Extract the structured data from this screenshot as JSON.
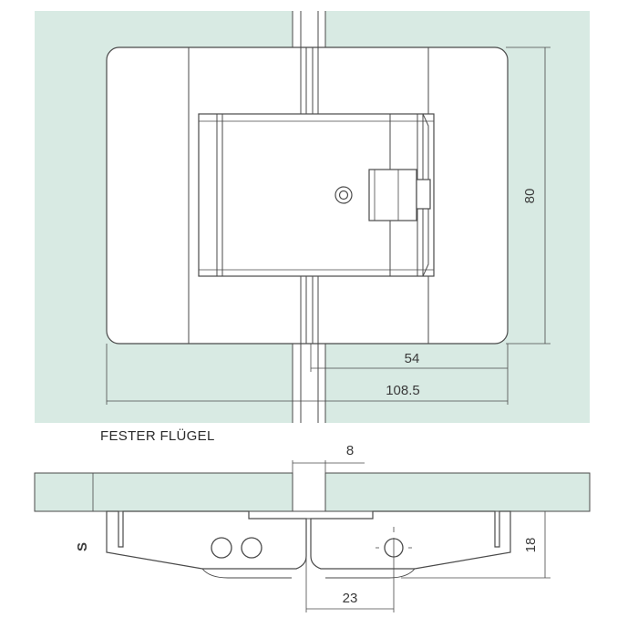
{
  "drawing": {
    "caption": "FESTER FLÜGEL",
    "dimensions": {
      "height_80": "80",
      "width_54": "54",
      "width_108_5": "108.5",
      "gap_8": "8",
      "depth_18": "18",
      "offset_23": "23",
      "glass_s": "S"
    },
    "colors": {
      "glass": "#d8eae3",
      "line": "#4a4a4a",
      "paper": "#ffffff"
    }
  }
}
